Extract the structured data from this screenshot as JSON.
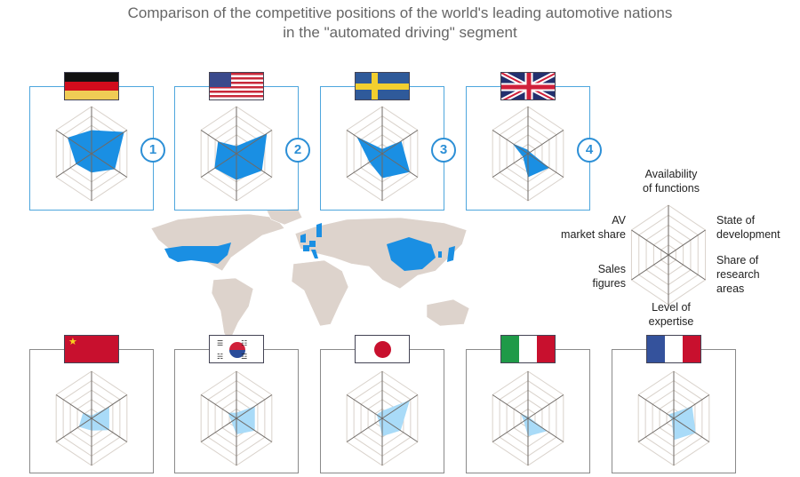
{
  "title": [
    "Comparison of the competitive positions of the world's leading automotive nations",
    "in the \"automated driving\" segment"
  ],
  "legend": {
    "axes": [
      [
        "Availability",
        "of functions"
      ],
      [
        "State of",
        "development"
      ],
      [
        "Share of",
        "research",
        "areas"
      ],
      [
        "Level of",
        "expertise"
      ],
      [
        "Sales",
        "figures"
      ],
      [
        "AV",
        "market share"
      ]
    ]
  },
  "colors": {
    "top_fill": "#1a8fe3",
    "bottom_fill": "#a9dbf8",
    "top_border": "#4ea6dd",
    "bottom_border": "#8a8a8a"
  },
  "chart_data": {
    "type": "radar",
    "title": "Comparison of the competitive positions of the world's leading automotive nations in the \"automated driving\" segment",
    "axes": [
      "Availability of functions",
      "State of development",
      "Share of research areas",
      "Level of expertise",
      "Sales figures",
      "AV market share"
    ],
    "scale": [
      0,
      5
    ],
    "rings": 5,
    "series": [
      {
        "name": "Germany",
        "rank": "1",
        "values": [
          2.5,
          4.6,
          3.3,
          2.0,
          2.2,
          3.4
        ]
      },
      {
        "name": "USA",
        "rank": "2",
        "values": [
          0.8,
          4.3,
          3.6,
          2.8,
          3.1,
          2.6
        ]
      },
      {
        "name": "Sweden",
        "rank": "3",
        "values": [
          0.5,
          2.7,
          3.9,
          2.6,
          1.8,
          3.6
        ]
      },
      {
        "name": "United Kingdom",
        "rank": "4",
        "values": [
          0.4,
          0.3,
          3.0,
          2.5,
          0.7,
          2.2
        ]
      },
      {
        "name": "China",
        "rank": null,
        "values": [
          0.3,
          2.5,
          2.5,
          1.3,
          1.8,
          1.2
        ]
      },
      {
        "name": "South Korea",
        "rank": null,
        "values": [
          0.6,
          2.6,
          2.6,
          1.7,
          0.7,
          1.2
        ]
      },
      {
        "name": "Japan",
        "rank": null,
        "values": [
          0.8,
          3.9,
          2.6,
          1.9,
          0.5,
          0.8
        ]
      },
      {
        "name": "Italy",
        "rank": null,
        "values": [
          0.2,
          0.2,
          2.7,
          1.9,
          0.6,
          1.0
        ]
      },
      {
        "name": "France",
        "rank": null,
        "values": [
          0.6,
          2.6,
          3.1,
          2.3,
          0.3,
          0.8
        ]
      }
    ]
  }
}
